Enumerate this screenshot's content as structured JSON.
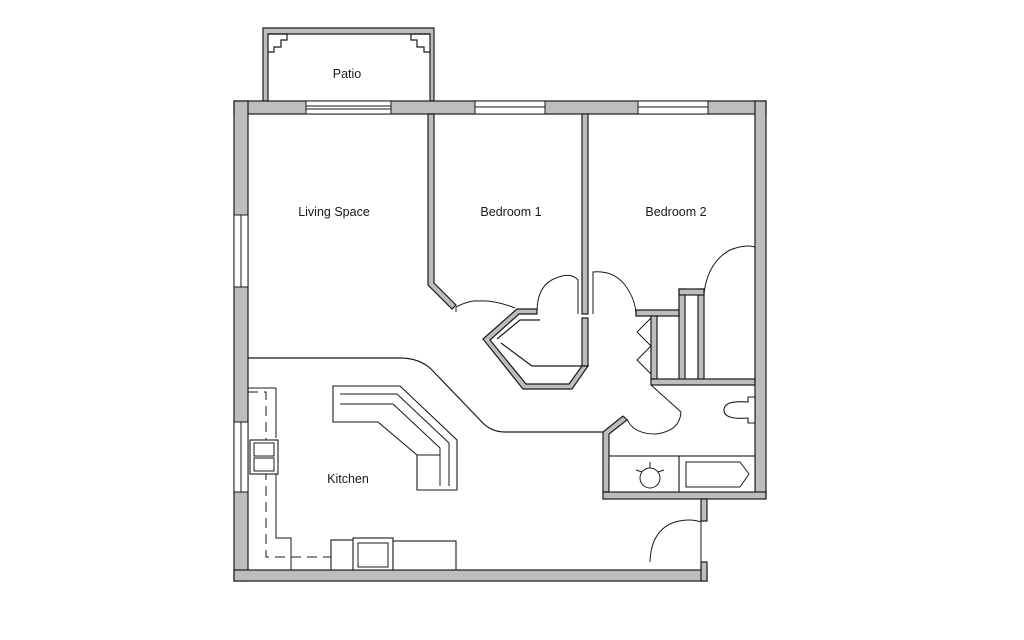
{
  "rooms": {
    "patio": "Patio",
    "living_space": "Living Space",
    "bedroom_1": "Bedroom 1",
    "bedroom_2": "Bedroom 2",
    "kitchen": "Kitchen"
  },
  "colors": {
    "wall_fill": "#bdbdbd",
    "line": "#1a1a1a",
    "background": "#ffffff"
  }
}
